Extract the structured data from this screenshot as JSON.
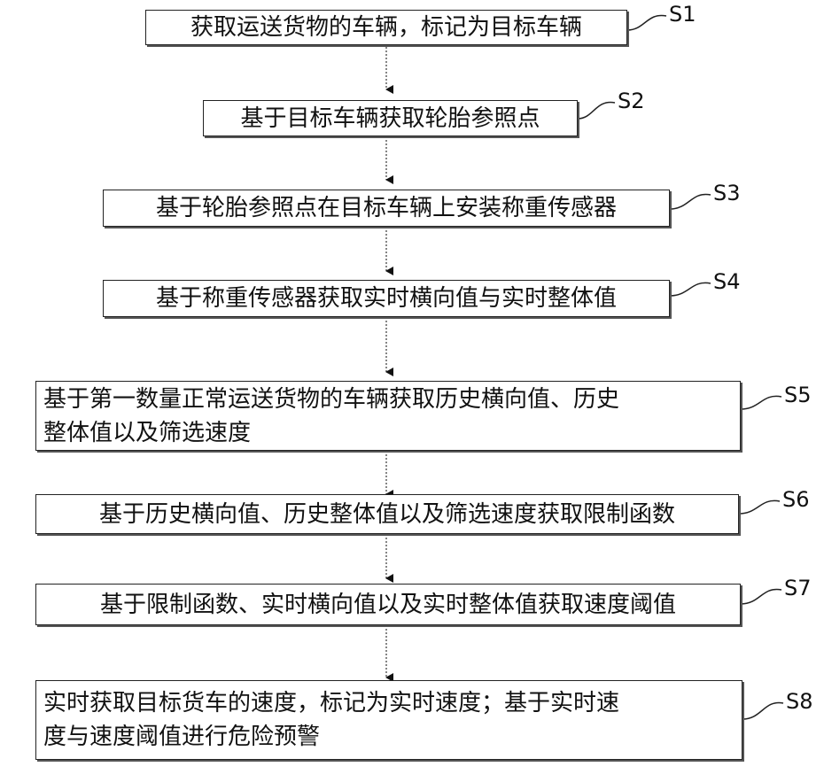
{
  "steps": [
    {
      "id": "S1",
      "text": "获取运送货物的车辆，标记为目标车辆"
    },
    {
      "id": "S2",
      "text": "基于目标车辆获取轮胎参照点"
    },
    {
      "id": "S3",
      "text": "基于轮胎参照点在目标车辆上安装称重传感器"
    },
    {
      "id": "S4",
      "text": "基于称重传感器获取实时横向值与实时整体值"
    },
    {
      "id": "S5",
      "line1": "基于第一数量正常运送货物的车辆获取历史横向值、历史",
      "line2": "整体值以及筛选速度"
    },
    {
      "id": "S6",
      "text": "基于历史横向值、历史整体值以及筛选速度获取限制函数"
    },
    {
      "id": "S7",
      "text": "基于限制函数、实时横向值以及实时整体值获取速度阈值"
    },
    {
      "id": "S8",
      "line1": "实时获取目标货车的速度，标记为实时速度；基于实时速",
      "line2": "度与速度阈值进行危险预警"
    }
  ]
}
